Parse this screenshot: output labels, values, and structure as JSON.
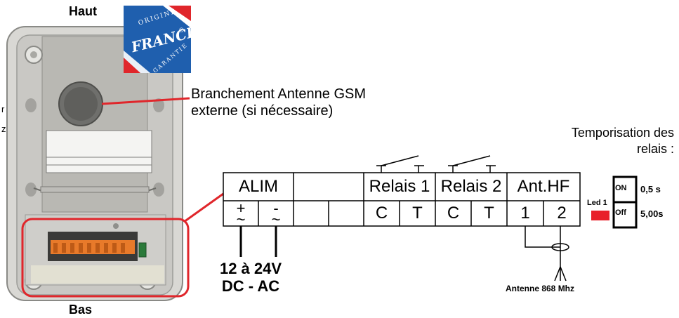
{
  "labels": {
    "top": "Haut",
    "bottom": "Bas",
    "gsm_line1": "Branchement Antenne GSM",
    "gsm_line2": "externe (si nécessaire)",
    "tempo_line1": "Temporisation des",
    "tempo_line2": "relais :",
    "voltage_line1": "12 à 24V",
    "voltage_line2": "DC - AC",
    "antenna": "Antenne 868 Mhz",
    "led": "Led 1"
  },
  "switch": {
    "on_label": "ON",
    "off_label": "Off",
    "on_time": "0,5 s",
    "off_time": "5,00s"
  },
  "terminal_block": {
    "headers": [
      "ALIM",
      "Relais 1",
      "Relais 2",
      "Ant.HF"
    ],
    "terminals": [
      "+",
      "-",
      "C",
      "T",
      "C",
      "T",
      "1",
      "2"
    ],
    "ac_symbol": "~"
  },
  "stamp": {
    "line_top": "ORIGINE",
    "main": "FRANCE",
    "line_bottom": "GARANTIE",
    "reg": "®"
  },
  "side_chars": [
    "r",
    "z"
  ],
  "colors": {
    "callout_red": "#e0262b",
    "led_red": "#e8202a",
    "stamp_blue": "#1f5fae"
  }
}
